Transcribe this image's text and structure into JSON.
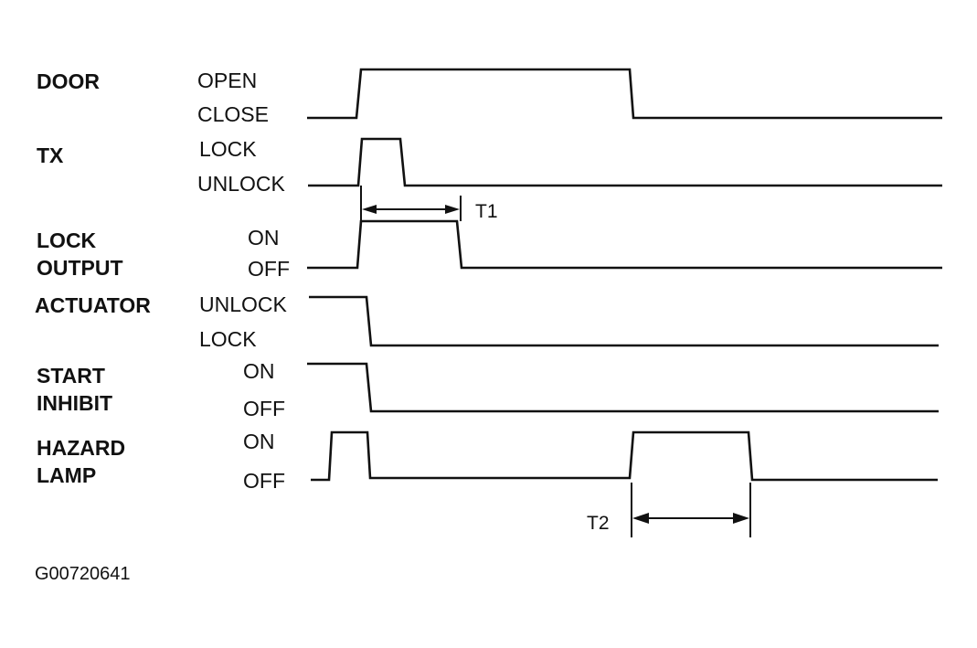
{
  "signals": [
    {
      "id": "door",
      "name_lines": [
        "DOOR"
      ],
      "state_high": "OPEN",
      "state_low": "CLOSE"
    },
    {
      "id": "tx",
      "name_lines": [
        "TX"
      ],
      "state_high": "LOCK",
      "state_low": "UNLOCK"
    },
    {
      "id": "lock-output",
      "name_lines": [
        "LOCK",
        "OUTPUT"
      ],
      "state_high": "ON",
      "state_low": "OFF"
    },
    {
      "id": "actuator",
      "name_lines": [
        "ACTUATOR"
      ],
      "state_high": "UNLOCK",
      "state_low": "LOCK"
    },
    {
      "id": "start-inhibit",
      "name_lines": [
        "START",
        "INHIBIT"
      ],
      "state_high": "ON",
      "state_low": "OFF"
    },
    {
      "id": "hazard-lamp",
      "name_lines": [
        "HAZARD",
        "LAMP"
      ],
      "state_high": "ON",
      "state_low": "OFF"
    }
  ],
  "timing_markers": [
    {
      "id": "t1",
      "label": "T1"
    },
    {
      "id": "t2",
      "label": "T2"
    }
  ],
  "figure_id": "G00720641"
}
